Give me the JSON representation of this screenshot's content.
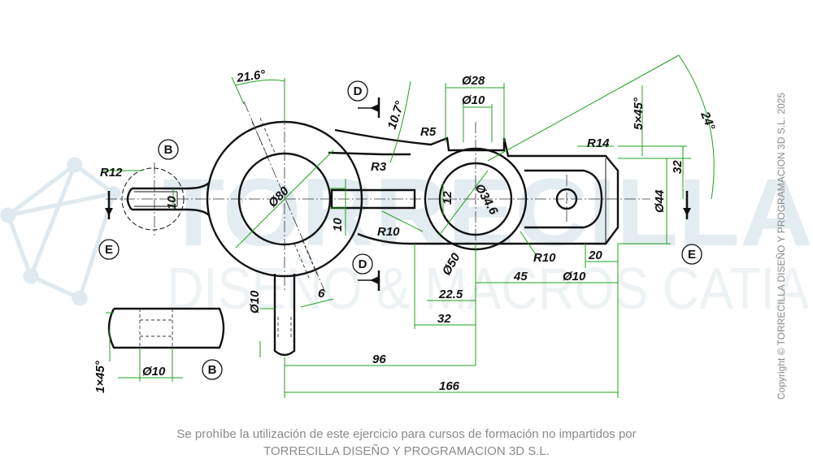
{
  "watermark": {
    "brand": "TORRECILLA",
    "subtitle": "DISEÑO & MACROS CATIA"
  },
  "copyright": "Copyright © TORRECILLA DISEÑO Y PROGRAMACION 3D S.L. 2025",
  "footer": {
    "line1": "Se prohíbe la utilización de este ejercicio para cursos de formación no impartidos por",
    "line2": "TORRECILLA DISEÑO Y PROGRAMACION 3D S.L."
  },
  "section_labels": {
    "b_top": "B",
    "b_bottom": "B",
    "e_left": "E",
    "e_right": "E",
    "d_top": "D",
    "d_bottom": "D"
  },
  "dimensions": {
    "angle_21_6": "21.6°",
    "angle_10_7": "10.7°",
    "angle_24": "24°",
    "dia_28": "Ø28",
    "dia_10_top": "Ø10",
    "chamfer_5x45": "5×45°",
    "r5": "R5",
    "r14": "R14",
    "r12": "R12",
    "r3": "R3",
    "r10_a": "R10",
    "r10_b": "R10",
    "dia_80": "Ø80",
    "dia_50": "Ø50",
    "dia_34_6": "Ø34.6",
    "dim_12": "12",
    "dim_10_slot": "10",
    "dim_10_left": "10",
    "dim_32_right": "32",
    "dia_44": "Ø44",
    "dim_20": "20",
    "dia_10_right": "Ø10",
    "dim_45": "45",
    "dim_22_5": "22.5",
    "dim_32_bottom": "32",
    "dim_96": "96",
    "dim_166": "166",
    "dia_10_pin": "Ø10",
    "dim_6": "6",
    "dia_10_detail": "Ø10",
    "chamfer_1x45": "1×45°"
  }
}
